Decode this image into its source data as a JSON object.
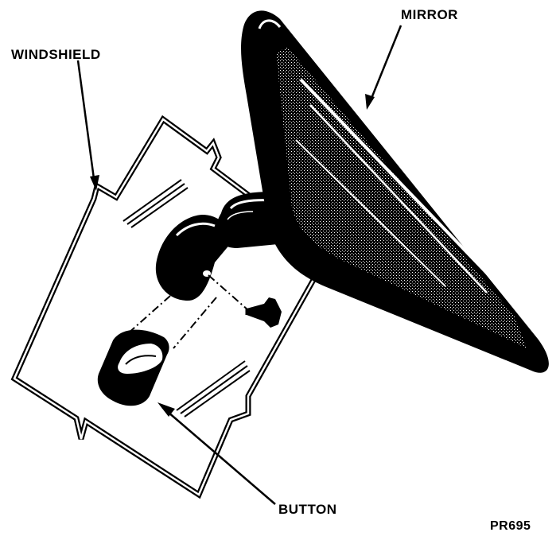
{
  "labels": {
    "windshield": "WINDSHIELD",
    "mirror": "MIRROR",
    "button": "BUTTON",
    "figure_id": "PR695"
  },
  "colors": {
    "ink": "#000000",
    "paper": "#ffffff"
  }
}
